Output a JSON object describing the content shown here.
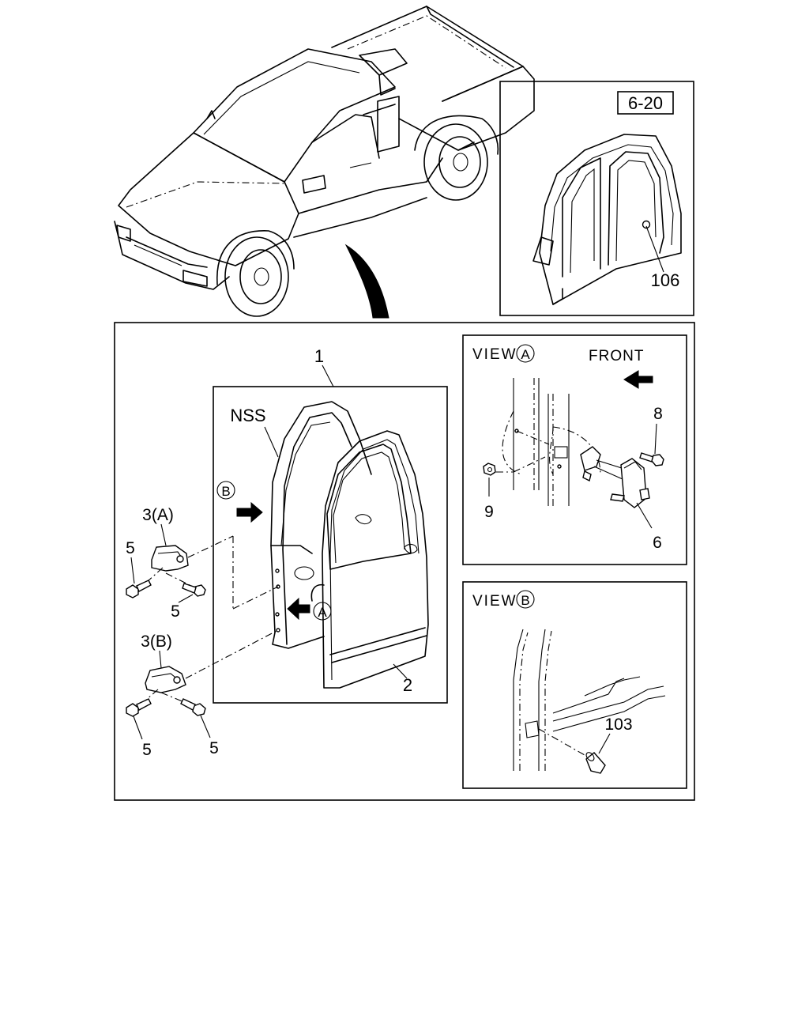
{
  "labels": {
    "ref_box": "6-20",
    "part_106": "106",
    "part_1": "1",
    "nss": "NSS",
    "marker_b": "B",
    "marker_a": "A",
    "part_3a": "3(A)",
    "part_3b": "3(B)",
    "part_5_a": "5",
    "part_5_b": "5",
    "part_5_c": "5",
    "part_5_d": "5",
    "part_2": "2",
    "view_a_word": "VIEW",
    "view_a_letter": "A",
    "front": "FRONT",
    "part_8": "8",
    "part_9": "9",
    "part_6": "6",
    "view_b_word": "VIEW",
    "view_b_letter": "B",
    "part_103": "103"
  }
}
